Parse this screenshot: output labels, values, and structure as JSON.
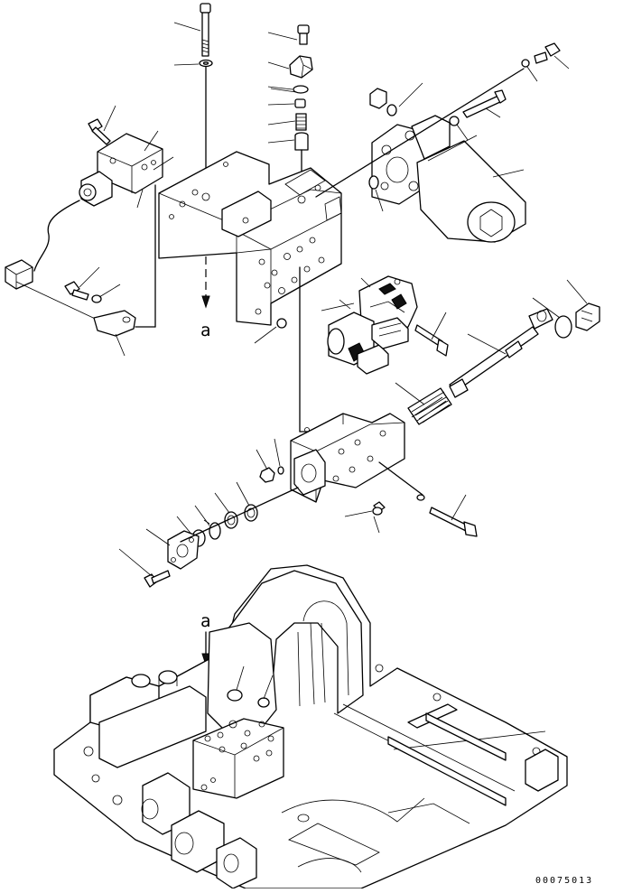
{
  "diagram": {
    "reference_markers": [
      "a",
      "a"
    ],
    "drawing_number": "00075013"
  }
}
